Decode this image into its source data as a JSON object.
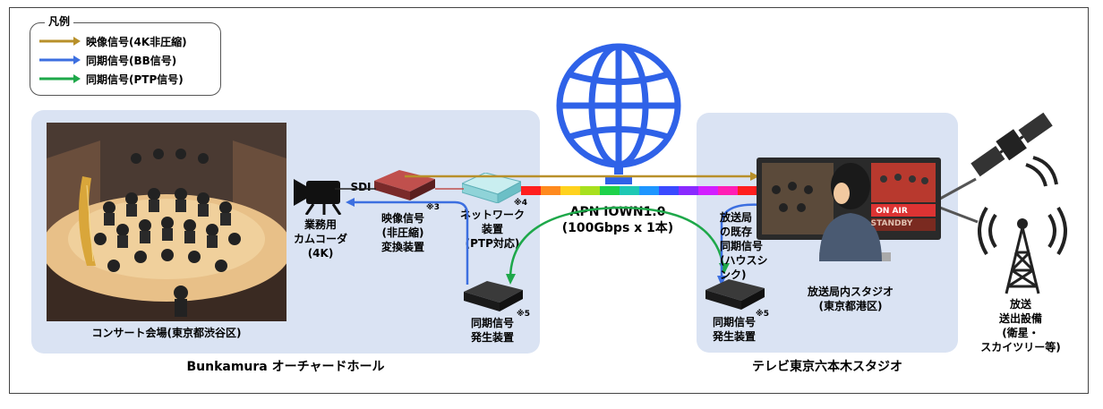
{
  "legend": {
    "title": "凡例",
    "items": [
      {
        "label": "映像信号(4K非圧縮)",
        "color": "#b8902a"
      },
      {
        "label": "同期信号(BB信号)",
        "color": "#3c6fe0"
      },
      {
        "label": "同期信号(PTP信号)",
        "color": "#1ea84a"
      }
    ]
  },
  "left_site": {
    "venue_label": "コンサート会場(東京都渋谷区)",
    "hall_name": "Bunkamura オーチャードホール",
    "camera_label": "業務用\nカムコーダ\n(4K)",
    "sdi_label": "SDI",
    "converter_label": "映像信号\n(非圧縮)\n変換装置",
    "converter_note": "※3",
    "network_label": "ネットワーク\n装置\n(PTP対応)",
    "network_note": "※4",
    "sync_label": "同期信号\n発生装置",
    "sync_note": "※5"
  },
  "network": {
    "name": "APN IOWN1.0",
    "spec": "(100Gbps x 1本)"
  },
  "right_site": {
    "studio_label": "放送局内スタジオ\n(東京都港区)",
    "site_name": "テレビ東京六本木スタジオ",
    "existing_sync_label": "放送局\nの既存\n同期信号\n(ハウスシンク)",
    "sync_label": "同期信号\n発生装置",
    "sync_note": "※5",
    "on_air": "ON AIR",
    "standby": "STANDBY"
  },
  "broadcast": {
    "label": "放送\n送出設備\n(衛星・\nスカイツリー等)"
  }
}
